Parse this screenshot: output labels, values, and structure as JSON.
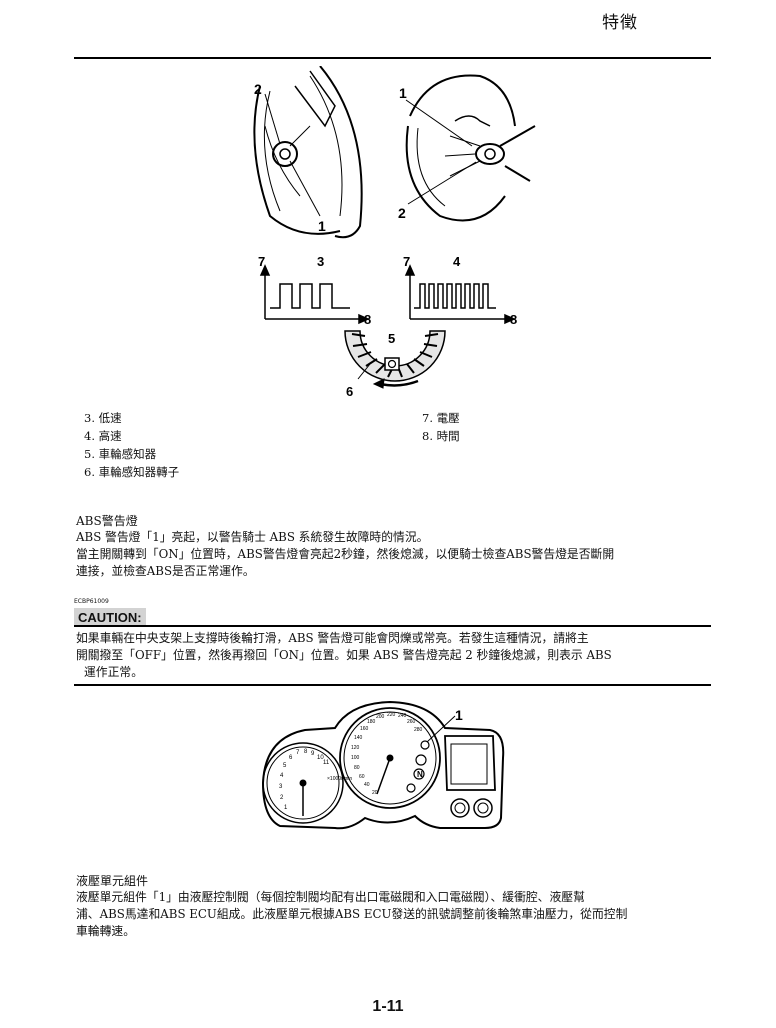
{
  "header": {
    "title": "特徵"
  },
  "figure1": {
    "callouts": [
      "2",
      "1",
      "1",
      "2"
    ],
    "waveform_labels": {
      "voltage_left": "7",
      "low_speed": "3",
      "time_left": "8",
      "voltage_right": "7",
      "high_speed": "4",
      "time_right": "8",
      "sensor": "5",
      "rotor": "6"
    }
  },
  "legend": {
    "left": [
      "3. 低速",
      "4. 高速",
      "5. 車輪感知器",
      "6. 車輪感知器轉子"
    ],
    "right": [
      "7. 電壓",
      "8. 時間"
    ]
  },
  "abs_warning": {
    "title": "ABS警告燈",
    "line1": "ABS 警告燈「1」亮起，以警告騎士 ABS 系統發生故障時的情況。",
    "line2": "當主開關轉到「ON」位置時，ABS警告燈會亮起2秒鐘，然後熄滅，以便騎士檢查ABS警告燈是否斷開",
    "line3": "連接，並檢查ABS是否正常運作。"
  },
  "caution": {
    "code": "ECBP61009",
    "label": "CAUTION:",
    "line1": "如果車輛在中央支架上支撐時後輪打滑，ABS 警告燈可能會閃爍或常亮。若發生這種情況，請將主",
    "line2": "開關撥至「OFF」位置，然後再撥回「ON」位置。如果 ABS 警告燈亮起 2 秒鐘後熄滅，則表示 ABS",
    "line3": "運作正常。"
  },
  "figure2": {
    "callout": "1",
    "speedo_ticks": [
      "20",
      "40",
      "60",
      "80",
      "100",
      "120",
      "140",
      "160",
      "180",
      "200",
      "220",
      "240",
      "260",
      "280"
    ],
    "tacho_ticks": [
      "1",
      "2",
      "3",
      "4",
      "5",
      "6",
      "7",
      "8",
      "9",
      "10",
      "11"
    ],
    "tacho_unit": "×1000r/min",
    "indicator": "N"
  },
  "hydraulic": {
    "title": "液壓單元組件",
    "line1": "液壓單元組件「1」由液壓控制閥（每個控制閥均配有出口電磁閥和入口電磁閥）、緩衝腔、液壓幫",
    "line2": "浦、ABS馬達和ABS ECU組成。此液壓單元根據ABS ECU發送的訊號調整前後輪煞車油壓力，從而控制",
    "line3": "車輪轉速。"
  },
  "footer": {
    "page_number": "1-11"
  }
}
